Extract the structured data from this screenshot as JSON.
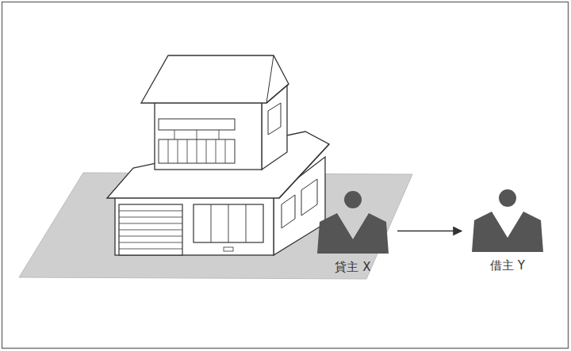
{
  "diagram": {
    "nodes": [
      {
        "text": [
          "貸主 X"
        ]
      },
      {
        "text": [
          "借主 Y"
        ]
      }
    ],
    "edges": [
      {
        "from": 0,
        "to": 1,
        "arrow": "to"
      }
    ]
  }
}
